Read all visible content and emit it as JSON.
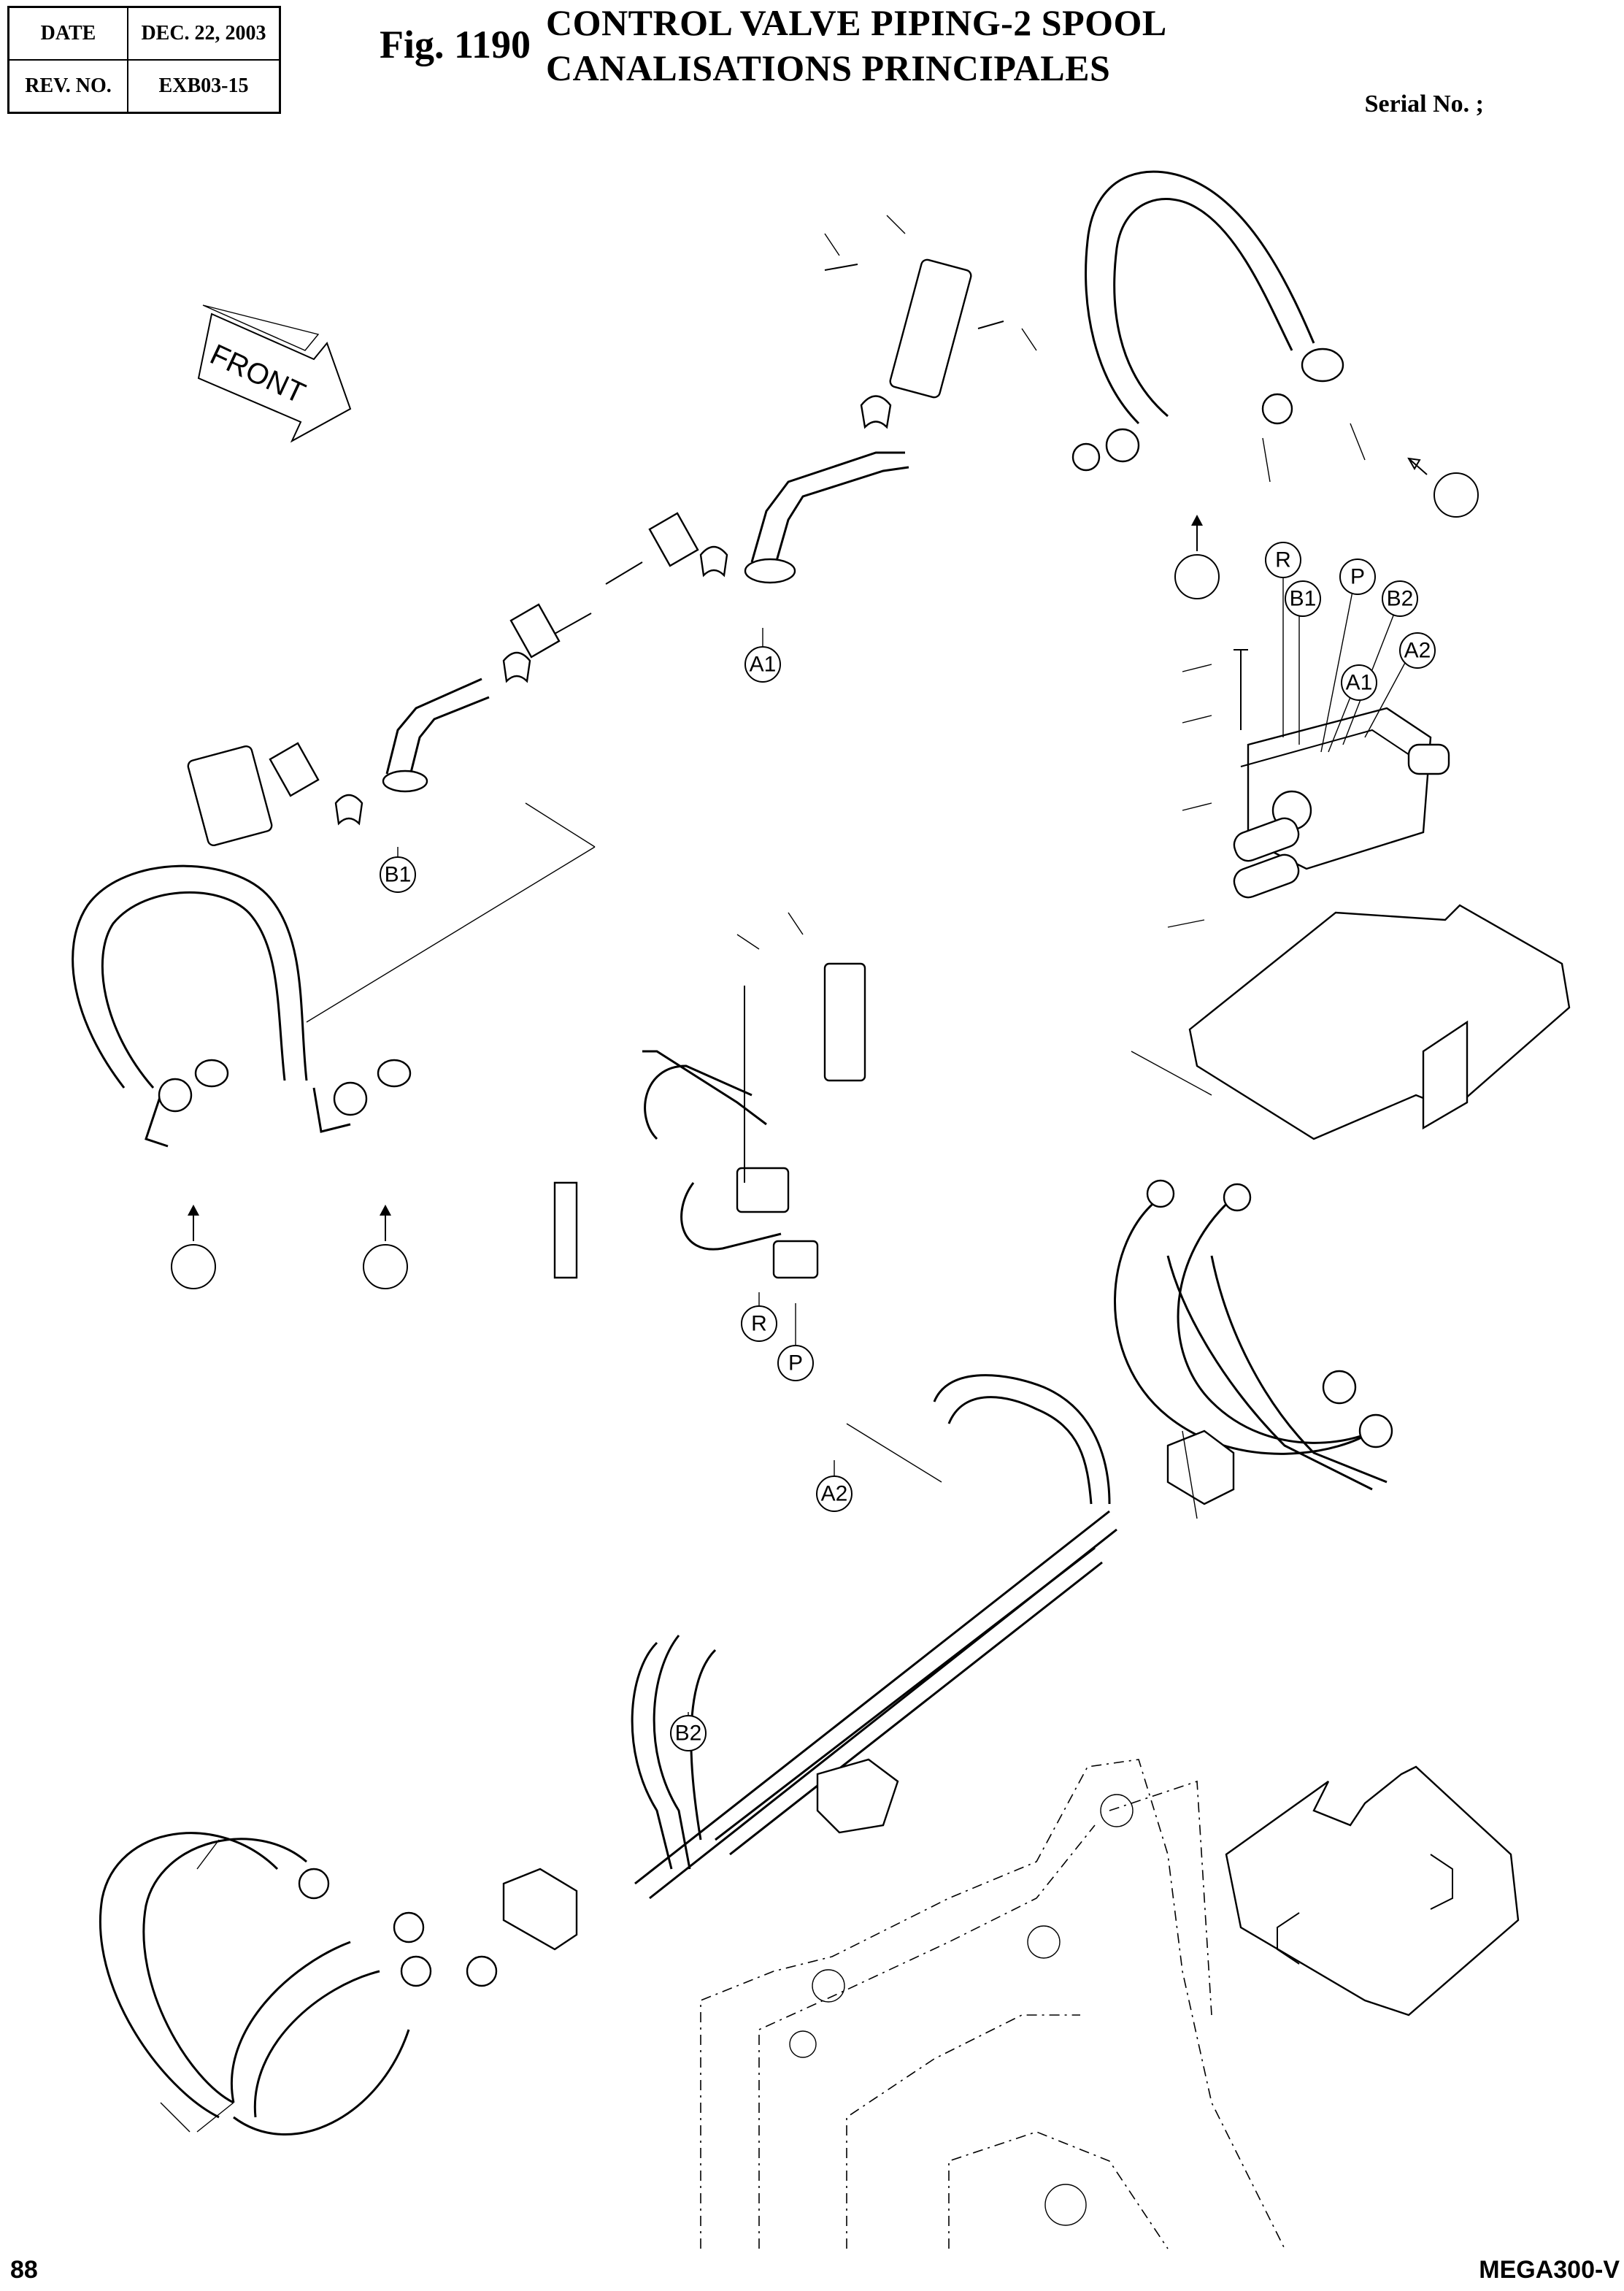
{
  "header": {
    "date_label": "DATE",
    "date_value": "DEC. 22, 2003",
    "rev_label": "REV. NO.",
    "rev_value": "EXB03-15",
    "fig_number": "Fig. 1190",
    "title_en": "CONTROL VALVE PIPING-2 SPOOL",
    "title_fr": "CANALISATIONS PRINCIPALES",
    "serial": "Serial No. ;"
  },
  "diagram": {
    "front_label": "FRONT",
    "port_labels": {
      "a1_top": "A1",
      "b1_left": "B1",
      "r_valve": "R",
      "b1_valve": "B1",
      "p_valve": "P",
      "b2_valve": "B2",
      "a2_valve": "A2",
      "a1_valve": "A1",
      "r_mid": "R",
      "p_mid": "P",
      "a2_lower": "A2",
      "b2_lower": "B2"
    }
  },
  "footer": {
    "page_number": "88",
    "model": "MEGA300-V"
  }
}
